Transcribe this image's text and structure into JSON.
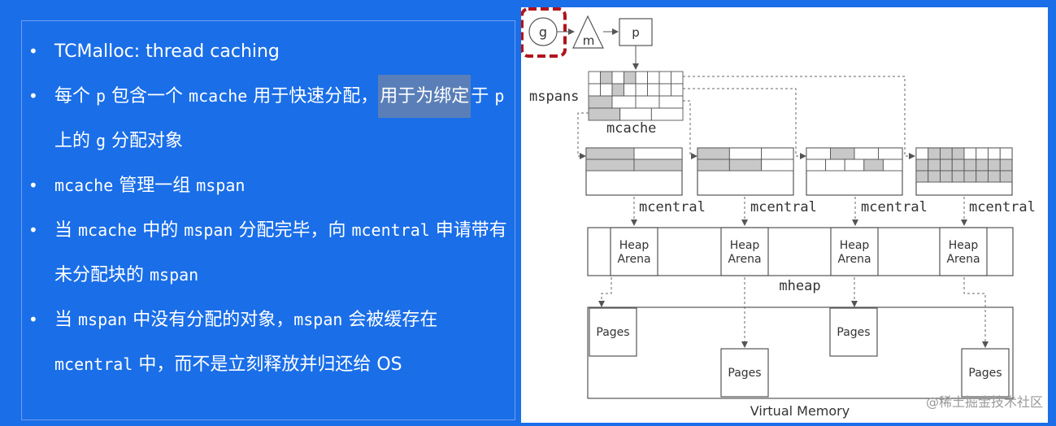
{
  "left": {
    "bullets": [
      {
        "parts": [
          {
            "t": "TCMalloc: thread caching",
            "c": ""
          }
        ]
      },
      {
        "parts": [
          {
            "t": "每个 ",
            "c": ""
          },
          {
            "t": "p",
            "c": "mono"
          },
          {
            "t": " 包含一个 ",
            "c": ""
          },
          {
            "t": "mcache",
            "c": "mono"
          },
          {
            "t": " 用于快速分配，",
            "c": ""
          },
          {
            "t": "用于为绑定",
            "c": "hl"
          },
          {
            "t": "于 ",
            "c": ""
          },
          {
            "t": "p",
            "c": "mono"
          },
          {
            "t": " 上的 ",
            "c": ""
          },
          {
            "t": "g",
            "c": "mono"
          },
          {
            "t": " 分配对象",
            "c": ""
          }
        ]
      },
      {
        "parts": [
          {
            "t": "mcache",
            "c": "mono"
          },
          {
            "t": " 管理一组 ",
            "c": ""
          },
          {
            "t": "mspan",
            "c": "mono"
          }
        ]
      },
      {
        "parts": [
          {
            "t": "当 ",
            "c": ""
          },
          {
            "t": "mcache",
            "c": "mono"
          },
          {
            "t": " 中的 ",
            "c": ""
          },
          {
            "t": "mspan",
            "c": "mono"
          },
          {
            "t": " 分配完毕，向 ",
            "c": ""
          },
          {
            "t": "mcentral",
            "c": "mono"
          },
          {
            "t": " 申请带有未分配块的 ",
            "c": ""
          },
          {
            "t": "mspan",
            "c": "mono"
          }
        ]
      },
      {
        "parts": [
          {
            "t": "当 ",
            "c": ""
          },
          {
            "t": "mspan",
            "c": "mono"
          },
          {
            "t": " 中没有分配的对象，",
            "c": ""
          },
          {
            "t": "mspan",
            "c": "mono"
          },
          {
            "t": " 会被缓存在 ",
            "c": ""
          },
          {
            "t": "mcentral",
            "c": "mono"
          },
          {
            "t": " 中，而不是立刻释放并归还给 OS",
            "c": ""
          }
        ]
      }
    ]
  },
  "diagram": {
    "g": "g",
    "m": "m",
    "p": "p",
    "mspans": "mspans",
    "mcache": "mcache",
    "mcentral": "mcentral",
    "heap_arena": [
      "Heap",
      "Arena"
    ],
    "mheap": "mheap",
    "pages": "Pages",
    "virtual_memory": "Virtual Memory",
    "watermark": "@稀土掘金技术社区"
  },
  "colors": {
    "accent_red": "#b0141c",
    "left_bg": "#1a6ee8",
    "highlight": "#5a7fb8",
    "cell_fill": "#c8c8c8"
  }
}
